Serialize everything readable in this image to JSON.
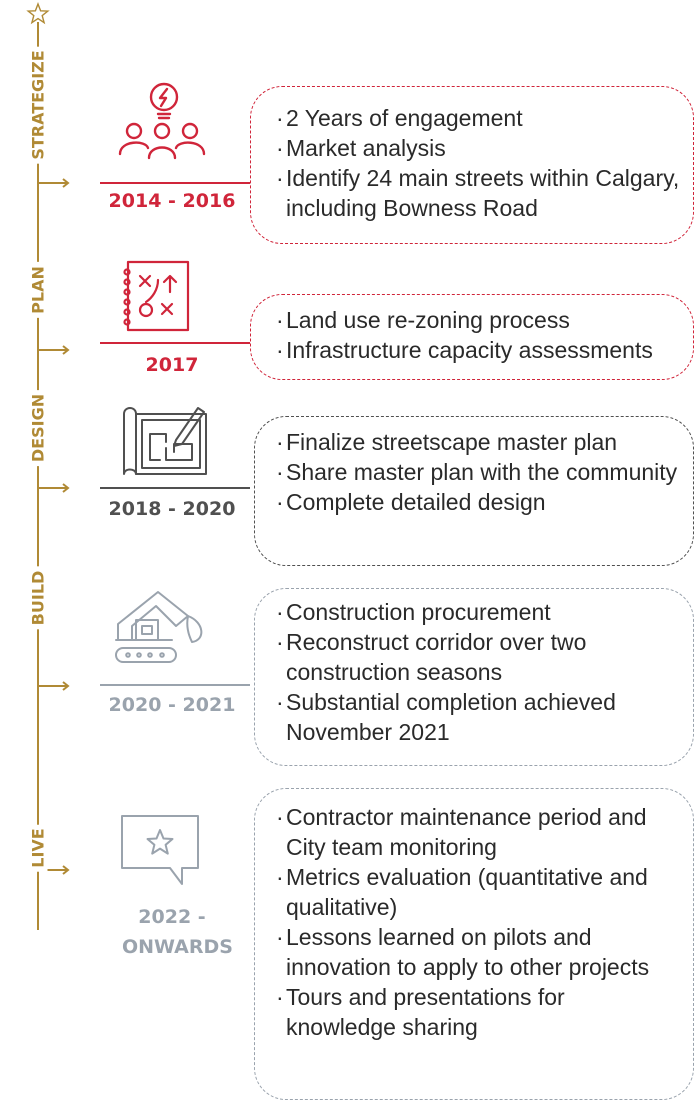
{
  "colors": {
    "gold": "#b08a35",
    "red": "#d0253a",
    "dark": "#505050",
    "grey": "#9aa3ad",
    "text": "#2a2a2a"
  },
  "stages": [
    {
      "label": "STRATEGIZE",
      "icon": "team-idea-icon",
      "year": "2014 - 2016",
      "items": [
        "2 Years of engagement",
        "Market analysis",
        "Identify 24 main streets within Calgary, including Bowness Road"
      ]
    },
    {
      "label": "PLAN",
      "icon": "strategy-board-icon",
      "year": "2017",
      "items": [
        "Land use re-zoning process",
        "Infrastructure capacity assessments"
      ]
    },
    {
      "label": "DESIGN",
      "icon": "blueprint-icon",
      "year": "2018 - 2020",
      "items": [
        "Finalize streetscape master plan",
        "Share master plan with the community",
        "Complete detailed design"
      ]
    },
    {
      "label": "BUILD",
      "icon": "excavator-icon",
      "year": "2020 - 2021",
      "items": [
        "Construction procurement",
        "Reconstruct corridor over two construction seasons",
        "Substantial completion achieved November 2021"
      ]
    },
    {
      "label": "LIVE",
      "icon": "star-message-icon",
      "year": "2022 - ONWARDS",
      "items": [
        "Contractor maintenance period and City team monitoring",
        "Metrics evaluation (quantitative and qualitative)",
        "Lessons learned on pilots and innovation to apply to other projects",
        "Tours and presentations for knowledge sharing"
      ]
    }
  ]
}
